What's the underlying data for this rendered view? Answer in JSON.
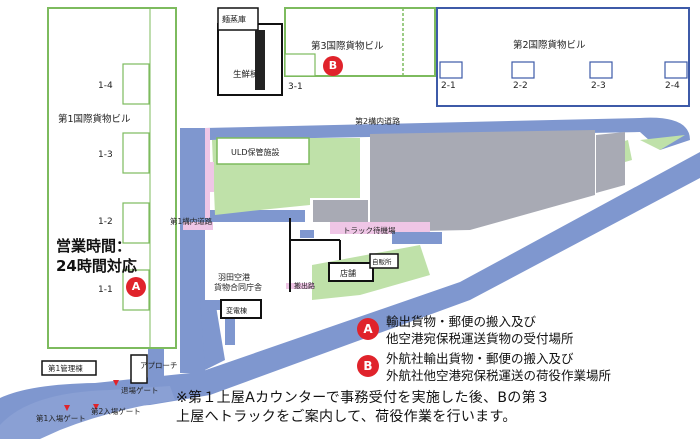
{
  "buildings": {
    "bldg1": "第1国際貨物ビル",
    "bldg2": "第2国際貨物ビル",
    "bldg3": "第3国際貨物ビル",
    "menjoko": "麺蒸庫",
    "seisen": "生鮮棟",
    "uld": "ULD保管施設",
    "godo": "羽田空港\n貨物合同庁舎",
    "hatsuden": "変電棟",
    "store": "店舗",
    "truck_wait": "トラック待機場",
    "kanri": "第1管理棟",
    "jiha": "自販所"
  },
  "bays": {
    "b1_4": "1-4",
    "b1_3": "1-3",
    "b1_2": "1-2",
    "b1_1": "1-1",
    "b3_1": "3-1",
    "b2_1": "2-1",
    "b2_2": "2-2",
    "b2_3": "2-3",
    "b2_4": "2-4"
  },
  "roads": {
    "road2": "第2構内道路",
    "road1": "第1構内道路",
    "approach": "アプローチ",
    "gate_exit": "退場ゲート",
    "gate1": "第1入場ゲート",
    "gate2": "第2入場ゲート",
    "kaisai": "搬出路"
  },
  "hours": {
    "line1": "営業時間：",
    "line2": "24時間対応"
  },
  "markers": {
    "a": "A",
    "b": "B"
  },
  "legend": {
    "a_line1": "輸出貨物・郵便の搬入及び",
    "a_line2": "他空港宛保税運送貨物の受付場所",
    "b_line1": "外航社輸出貨物・郵便の搬入及び",
    "b_line2": "外航社他空港宛保税運送の荷役作業場所"
  },
  "note": {
    "line1": "※第１上屋Aカウンターで事務受付を実施した後、Bの第３",
    "line2": "上屋へトラックをご案内して、荷役作業を行います。"
  },
  "colors": {
    "green_outline": "#7dbb5e",
    "blue_outline": "#3d5aa8",
    "road_blue": "#7f97cf",
    "green_fill": "#bfe1a9",
    "gray_fill": "#a8aab4",
    "pink": "#efc6e6",
    "marker_red": "#e0232b"
  }
}
